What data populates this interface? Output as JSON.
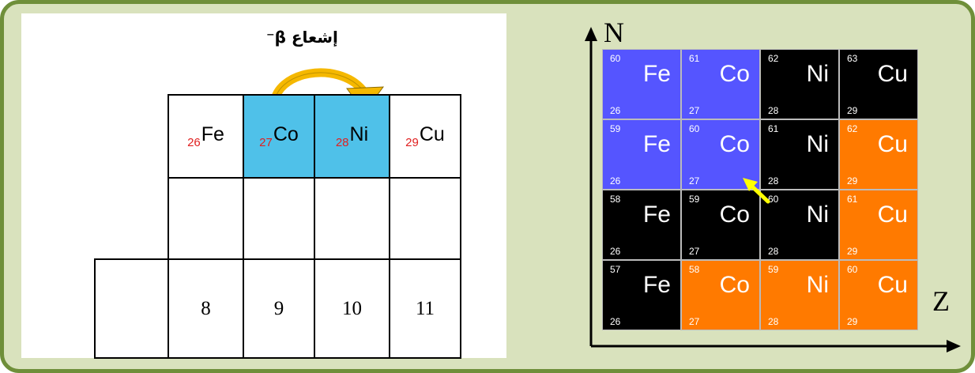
{
  "left": {
    "beta_label_text": "إشعاع",
    "beta_symbol": "β⁻",
    "top_row": [
      {
        "z": "26",
        "symbol": "Fe",
        "highlight": false
      },
      {
        "z": "27",
        "symbol": "Co",
        "highlight": true
      },
      {
        "z": "28",
        "symbol": "Ni",
        "highlight": true
      },
      {
        "z": "29",
        "symbol": "Cu",
        "highlight": false
      }
    ],
    "bottom_row": [
      "8",
      "9",
      "10",
      "11"
    ]
  },
  "right": {
    "axis_y_label": "N",
    "axis_x_label": "Z",
    "rows": [
      [
        {
          "a": "60",
          "symbol": "Fe",
          "z": "26",
          "color": "#5555ff"
        },
        {
          "a": "61",
          "symbol": "Co",
          "z": "27",
          "color": "#5555ff"
        },
        {
          "a": "62",
          "symbol": "Ni",
          "z": "28",
          "color": "#000000"
        },
        {
          "a": "63",
          "symbol": "Cu",
          "z": "29",
          "color": "#000000"
        }
      ],
      [
        {
          "a": "59",
          "symbol": "Fe",
          "z": "26",
          "color": "#5555ff"
        },
        {
          "a": "60",
          "symbol": "Co",
          "z": "27",
          "color": "#5555ff"
        },
        {
          "a": "61",
          "symbol": "Ni",
          "z": "28",
          "color": "#000000"
        },
        {
          "a": "62",
          "symbol": "Cu",
          "z": "29",
          "color": "#ff7a00"
        }
      ],
      [
        {
          "a": "58",
          "symbol": "Fe",
          "z": "26",
          "color": "#000000"
        },
        {
          "a": "59",
          "symbol": "Co",
          "z": "27",
          "color": "#000000"
        },
        {
          "a": "60",
          "symbol": "Ni",
          "z": "28",
          "color": "#000000"
        },
        {
          "a": "61",
          "symbol": "Cu",
          "z": "29",
          "color": "#ff7a00"
        }
      ],
      [
        {
          "a": "57",
          "symbol": "Fe",
          "z": "26",
          "color": "#000000"
        },
        {
          "a": "58",
          "symbol": "Co",
          "z": "27",
          "color": "#ff7a00"
        },
        {
          "a": "59",
          "symbol": "Ni",
          "z": "28",
          "color": "#ff7a00"
        },
        {
          "a": "60",
          "symbol": "Cu",
          "z": "29",
          "color": "#ff7a00"
        }
      ]
    ]
  },
  "colors": {
    "frame_border": "#6f8f3a",
    "frame_bg": "#d9e2bd",
    "highlight_cell": "#4fc1e9",
    "arc_arrow": "#f5b800",
    "pointer_arrow": "#ffff00",
    "subscript": "#e02020"
  }
}
